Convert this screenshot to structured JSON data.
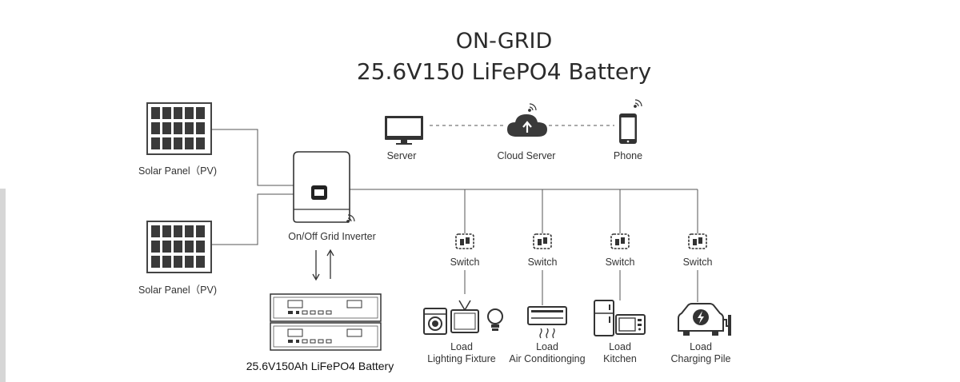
{
  "title": {
    "line1": "ON-GRID",
    "line2": "25.6V150 LiFePO4 Battery"
  },
  "nodes": {
    "solar_top": "Solar Panel（PV)",
    "solar_bottom": "Solar Panel（PV)",
    "inverter": "On/Off Grid Inverter",
    "battery": "25.6V150Ah LiFePO4 Battery",
    "server": "Server",
    "cloud": "Cloud Server",
    "phone": "Phone"
  },
  "switches": [
    "Switch",
    "Switch",
    "Switch",
    "Switch"
  ],
  "loads": [
    {
      "line1": "Load",
      "line2": "Lighting Fixture"
    },
    {
      "line1": "Load",
      "line2": "Air Conditionging"
    },
    {
      "line1": "Load",
      "line2": "Kitchen"
    },
    {
      "line1": "Load",
      "line2": "Charging Pile"
    }
  ],
  "icons": [
    "solar-panel-icon",
    "inverter-icon",
    "battery-icon",
    "monitor-icon",
    "cloud-upload-icon",
    "smartphone-icon",
    "wifi-icon",
    "switch-icon",
    "washing-machine-icon",
    "tv-icon",
    "light-bulb-icon",
    "air-conditioner-icon",
    "refrigerator-icon",
    "microwave-icon",
    "ev-charger-icon"
  ],
  "colors": {
    "line": "#555555",
    "icon": "#333333",
    "leftbar": "#d6d6d6"
  }
}
